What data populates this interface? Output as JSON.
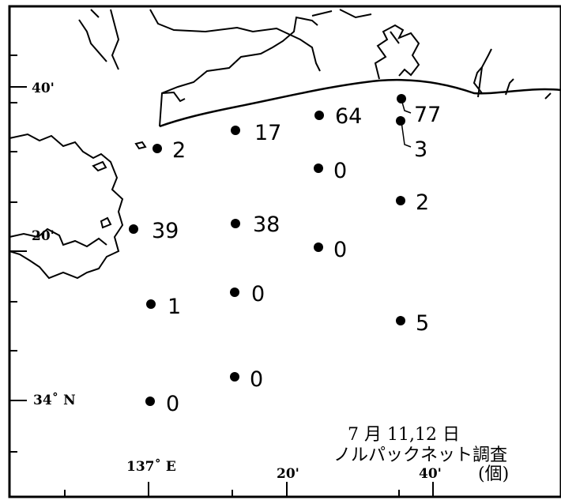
{
  "axes": {
    "lat_labels": [
      "40'",
      "20'",
      "34˚ N"
    ],
    "lon_labels": [
      "137˚ E",
      "20'",
      "40'"
    ]
  },
  "stations": [
    {
      "id": "st-a",
      "count": "64"
    },
    {
      "id": "st-b",
      "count": "77"
    },
    {
      "id": "st-c",
      "count": "17"
    },
    {
      "id": "st-d",
      "count": "3"
    },
    {
      "id": "st-e",
      "count": "2"
    },
    {
      "id": "st-f",
      "count": "0"
    },
    {
      "id": "st-g",
      "count": "2"
    },
    {
      "id": "st-h",
      "count": "38"
    },
    {
      "id": "st-i",
      "count": "39"
    },
    {
      "id": "st-j",
      "count": "0"
    },
    {
      "id": "st-k",
      "count": "0"
    },
    {
      "id": "st-l",
      "count": "1"
    },
    {
      "id": "st-m",
      "count": "5"
    },
    {
      "id": "st-n",
      "count": "0"
    },
    {
      "id": "st-o",
      "count": "0"
    }
  ],
  "survey_note": {
    "date": "7 月 11,12 日",
    "method": "ノルパックネット調査",
    "unit": "(個)"
  },
  "colors": {
    "ink": "#000000",
    "background": "#ffffff"
  }
}
